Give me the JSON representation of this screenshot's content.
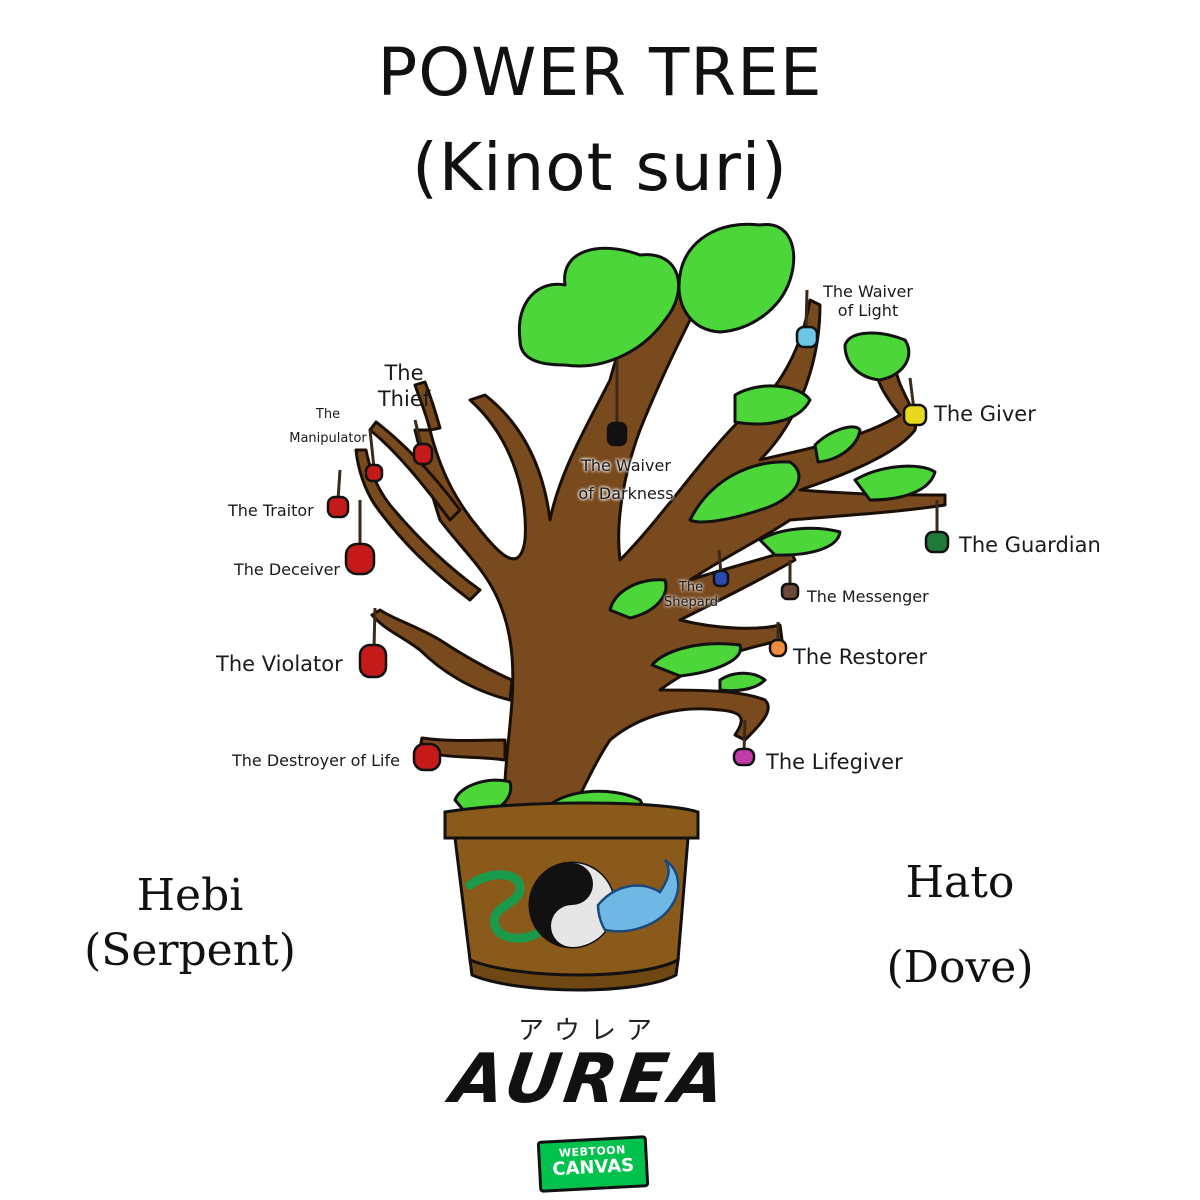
{
  "title": {
    "line1": "POWER TREE",
    "line2": "(Kinot suri)"
  },
  "labels": {
    "waiver_of_light": {
      "line1": "The Waiver",
      "line2": "of Light"
    },
    "giver": "The Giver",
    "guardian": "The Guardian",
    "messenger": "The Messenger",
    "restorer": "The Restorer",
    "lifegiver": "The Lifegiver",
    "shepard": {
      "line1": "The",
      "line2": "Shepard"
    },
    "waiver_of_darkness": {
      "line1": "The Waiver",
      "line2": "of Darkness"
    },
    "thief": {
      "line1": "The",
      "line2": "Thief"
    },
    "manipulator": {
      "line1": "The",
      "line2": "Manipulator"
    },
    "traitor": "The Traitor",
    "deceiver": "The Deceiver",
    "violator": "The Violator",
    "destroyer_of_life": "The Destroyer of Life"
  },
  "sides": {
    "hebi": {
      "line1": "Hebi",
      "line2": "(Serpent)"
    },
    "hato": {
      "line1": "Hato",
      "line2": "(Dove)"
    }
  },
  "logo": {
    "kana": "アウレア",
    "word": "AUREA"
  },
  "badge": {
    "line1": "WEBTOON",
    "line2": "CANVAS"
  },
  "colors": {
    "trunk": "#7a4a1f",
    "leaves": "#4cd63a",
    "pot": "#8a5a1a",
    "light_gem": "#6ec6e6",
    "giver_gem": "#e8d820",
    "guardian_gem": "#1f7a3a",
    "messenger_gem": "#6b4a3a",
    "restorer_gem": "#f08a3c",
    "lifegiver_gem": "#c23aa8",
    "shepard_gem": "#2a4ab0",
    "dark_gem": "#111111",
    "red_gem": "#c41a1a"
  }
}
